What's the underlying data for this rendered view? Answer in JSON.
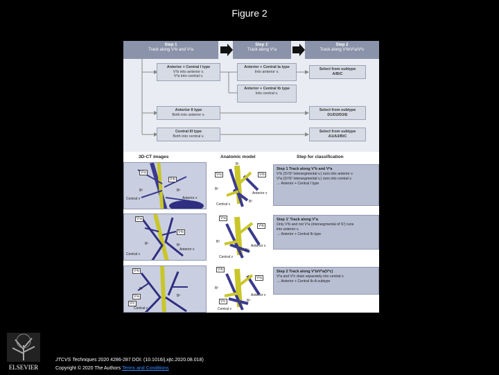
{
  "slide": {
    "title": "Figure 2"
  },
  "top": {
    "steps": [
      {
        "title": "Step 1",
        "text": "Track along V¹b and V²a"
      },
      {
        "title": "Step 1'",
        "text": "Track along V¹a"
      },
      {
        "title": "Step 2",
        "text": "Track along V¹b/V²a/V²c"
      }
    ],
    "col1": [
      {
        "title": "Anterior + Central I type",
        "lines": [
          "V¹b into anterior v.",
          "V²a into central v."
        ]
      },
      {
        "title": "Anterior II type",
        "lines": [
          "Both into anterior v."
        ]
      },
      {
        "title": "Central III type",
        "lines": [
          "Both into central v."
        ]
      }
    ],
    "col2": [
      {
        "title": "Anterior + Central Ia type",
        "lines": [
          "Into anterior v."
        ]
      },
      {
        "title": "Anterior + Central Ib type",
        "lines": [
          "Into central v."
        ]
      }
    ],
    "col3": [
      {
        "title": "Select from subtype",
        "lines": [
          "A/B/C"
        ]
      },
      {
        "title": "Select from subtype",
        "lines": [
          "D1/D2/D3/E"
        ]
      },
      {
        "title": "Select from subtype",
        "lines": [
          "A1/A3/B/C"
        ]
      }
    ]
  },
  "headers": {
    "ct": "3D-CT images",
    "model": "Anatomic model",
    "step": "Step for classification"
  },
  "rows": [
    {
      "ct_labels": [
        "V²a",
        "V¹b",
        "B²",
        "B³",
        "Central v",
        "Anterior v"
      ],
      "model_labels": [
        "B¹",
        "V²a",
        "V¹b",
        "B²",
        "Anterior v",
        "Central v",
        "B³"
      ],
      "step_title": "Step 1 Track along V¹b and V²a",
      "step_lines": [
        "V¹b (S¹/S³ intersegmental v.) runs into anterior v.",
        "V²a (S¹/S² intersegmental v.) runs into central v.",
        "→ Anterior + Central I type"
      ]
    },
    {
      "ct_labels": [
        "V¹a",
        "V¹b",
        "B²",
        "B³",
        "Anterior v",
        "Central v"
      ],
      "model_labels": [
        "V¹a",
        "V¹b",
        "B³",
        "B²",
        "Anterior v",
        "Central v"
      ],
      "step_title": "Step 1' Track along V¹a",
      "step_lines": [
        "Only V¹b and not V¹a (intersegmental of S¹) runs",
        "into anterior v.",
        "→ Anterior + Central Ib type"
      ]
    },
    {
      "ct_labels": [
        "V¹b",
        "V²a",
        "B²",
        "B³",
        "V²c",
        "Central v"
      ],
      "model_labels": [
        "V¹b",
        "V²a",
        "B²",
        "B³",
        "V²c",
        "Anterior v",
        "Central v"
      ],
      "step_title": "Step 2 Track along V¹b/V²a(V²c)",
      "step_lines": [
        "V²a and V²c drain separately into central v.",
        "→ Anterior + Central Ib-A subtype"
      ]
    }
  ],
  "footer": {
    "journal": "JTCVS Techniques",
    "citation": " 2020 4286-287 DOI: (10.1016/j.xjtc.2020.08.018)",
    "copyright": "Copyright © 2020 The Authors ",
    "terms": "Terms and Conditions"
  },
  "logo": {
    "text": "ELSEVIER"
  },
  "colors": {
    "background": "#000000",
    "vein": "#3b3a8f",
    "bronchus": "#c9c62a",
    "link": "#3b8cff"
  }
}
